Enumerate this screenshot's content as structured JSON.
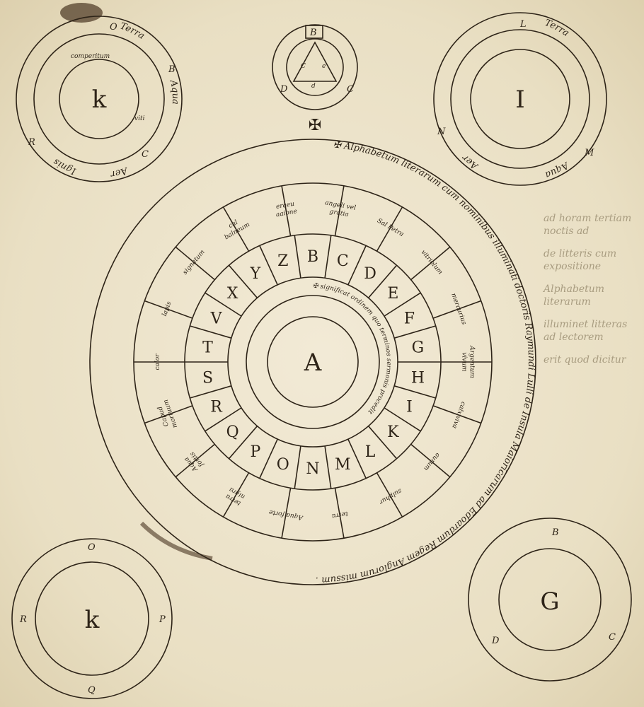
{
  "background_text": [
    "ad horam tertiam noctis ad",
    "de litteris cum expositione",
    "Alphabetum literarum",
    "illuminet litteras ad lectorem",
    "erit quod dicitur"
  ],
  "top_left_disc": {
    "center": "k",
    "segments": [
      "O",
      "B",
      "C",
      "R"
    ],
    "words": [
      "Terra",
      "comperitum",
      "Aqua",
      "Aer",
      "Ignis",
      "viti"
    ]
  },
  "top_center_disc": {
    "segments": [
      "B",
      "C",
      "D"
    ],
    "triangle": [
      "C",
      "e",
      "d"
    ]
  },
  "top_right_disc": {
    "center": "I",
    "segments": [
      "L",
      "M",
      "N"
    ],
    "words": [
      "Terra",
      "Aqua",
      "Aer"
    ]
  },
  "cross_symbol": "✠",
  "main_wheel": {
    "inscription": "✠ Alphabetum literarum cum nominibus illuminati doctoris Raymundi Lulli de Insula Maioricarum ad Edoardum Regem Anglorum missum .",
    "center": "A",
    "inner_text": "✠ significat ordinem quo terminos sermonis procedit",
    "letters": [
      "B",
      "C",
      "D",
      "E",
      "F",
      "G",
      "H",
      "I",
      "K",
      "L",
      "M",
      "N",
      "O",
      "P",
      "Q",
      "R",
      "S",
      "T",
      "V",
      "X",
      "Y",
      "Z"
    ],
    "outer_cells": [
      "angeli vel gratia",
      "Sal Petra",
      "vitriolum",
      "mercurius",
      "Argentum vivum",
      "calx viva",
      "aurum",
      "sulphur",
      "terra",
      "Aqua forte",
      "terra nigra",
      "Aqua fortis",
      "Capud mortuum",
      "calor",
      "lapis",
      "signatum",
      "cal balneum",
      "eraeu aaione"
    ]
  },
  "bottom_left_disc": {
    "center": "k",
    "segments": [
      "O",
      "P",
      "Q",
      "R"
    ]
  },
  "bottom_right_disc": {
    "center": "G",
    "segments": [
      "B",
      "C",
      "D"
    ]
  }
}
